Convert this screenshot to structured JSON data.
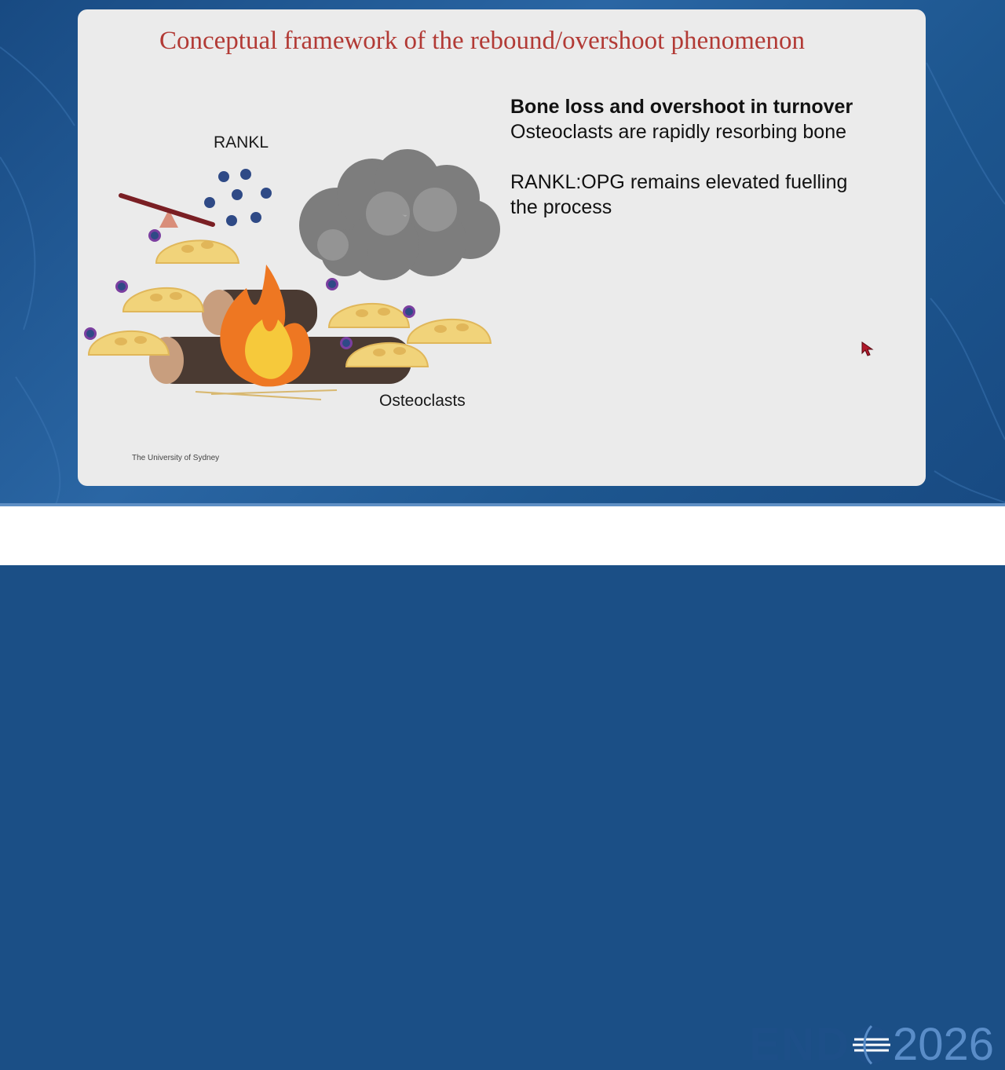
{
  "slide": {
    "title": "Conceptual framework of the rebound/overshoot phenomenon",
    "heading": "Bone loss and overshoot in turnover",
    "line1": "Osteoclasts are rapidly resorbing bone",
    "line2": "RANKL:OPG remains elevated fuelling the process",
    "credit": "The University of Sydney"
  },
  "illustration": {
    "rankl_label": "RANKL",
    "osteoclasts_label": "Osteoclasts"
  },
  "footer": {
    "logo_word": "END",
    "logo_year": "2026"
  },
  "colors": {
    "title": "#b23a35",
    "brand_dark": "#1d4f88",
    "brand_light": "#5a8dc8",
    "osteoclast": "#f1d37a",
    "rankl_dot": "#2f4a86"
  }
}
